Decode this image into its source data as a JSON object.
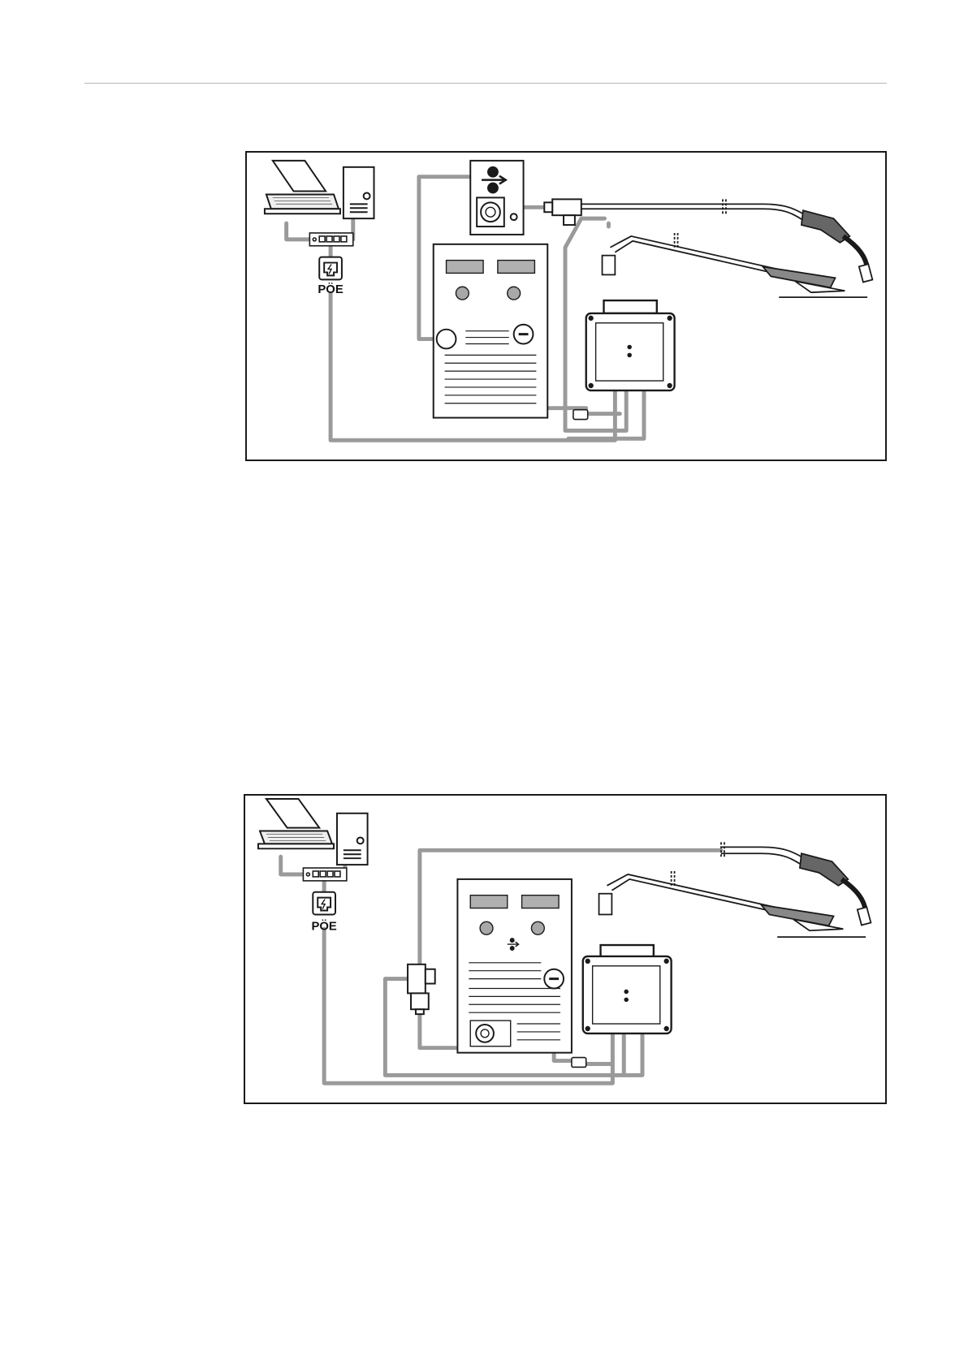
{
  "figures": [
    {
      "id": "fig1",
      "poe_label": "PÖE"
    },
    {
      "id": "fig2",
      "poe_label": "PÖE"
    }
  ],
  "colors": {
    "cable": "#9a9a9a",
    "outline": "#1a1a1a",
    "panel_grey": "#b0b0b0",
    "knob_grey": "#a8a8a8"
  },
  "icons": [
    "laptop-icon",
    "pc-tower-icon",
    "network-switch-icon",
    "poe-port-icon",
    "welding-torch-icon",
    "ground-clamp-icon",
    "sensor-box-icon",
    "power-source-icon",
    "wire-feeder-icon"
  ]
}
